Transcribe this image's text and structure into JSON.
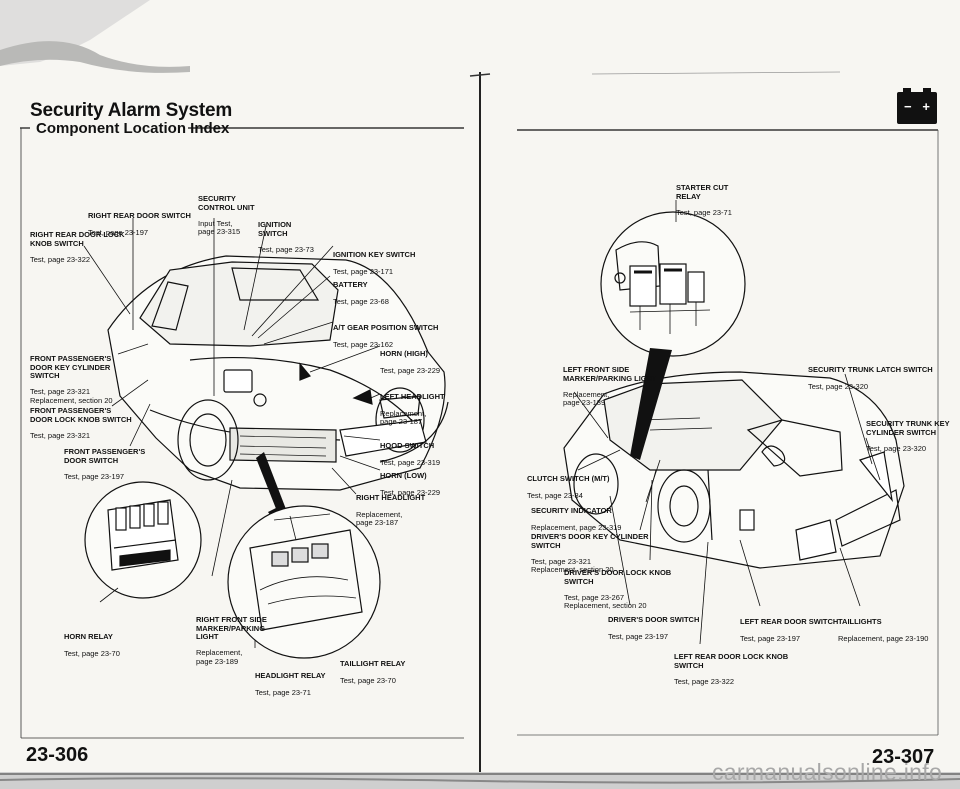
{
  "header": {
    "title": "Security Alarm System",
    "subtitle": "Component Location Index"
  },
  "left_labels": [
    {
      "id": "right-rear-door-switch",
      "name": "RIGHT REAR DOOR SWITCH",
      "detail": "Test, page 23-197"
    },
    {
      "id": "security-control-unit",
      "name": "SECURITY\nCONTROL UNIT",
      "detail": "Input Test,\npage 23-315"
    },
    {
      "id": "ignition-switch",
      "name": "IGNITION\nSWITCH",
      "detail": "Test, page 23-73"
    },
    {
      "id": "right-rear-door-lock-knob-switch",
      "name": "RIGHT REAR DOOR LOCK\nKNOB SWITCH",
      "detail": "Test, page 23-322"
    },
    {
      "id": "ignition-key-switch",
      "name": "IGNITION KEY SWITCH",
      "detail": "Test, page 23-171"
    },
    {
      "id": "battery",
      "name": "BATTERY",
      "detail": "Test, page 23-68"
    },
    {
      "id": "at-gear-position-switch",
      "name": "A/T GEAR POSITION SWITCH",
      "detail": "Test, page 23-162"
    },
    {
      "id": "horn-high",
      "name": "HORN (HIGH)",
      "detail": "Test, page 23-229"
    },
    {
      "id": "front-passengers-door-key-cylinder-switch",
      "name": "FRONT PASSENGER'S\nDOOR KEY CYLINDER\nSWITCH",
      "detail": "Test, page 23-321\nReplacement, section 20"
    },
    {
      "id": "left-headlight",
      "name": "LEFT HEADLIGHT",
      "detail": "Replacement,\npage 23-187"
    },
    {
      "id": "front-passengers-door-lock-knob-switch",
      "name": "FRONT PASSENGER'S\nDOOR LOCK KNOB SWITCH",
      "detail": "Test, page 23-321"
    },
    {
      "id": "hood-switch",
      "name": "HOOD SWITCH",
      "detail": "Test, page 23-319"
    },
    {
      "id": "front-passengers-door-switch",
      "name": "FRONT PASSENGER'S\nDOOR SWITCH",
      "detail": "Test, page 23-197"
    },
    {
      "id": "horn-low",
      "name": "HORN (LOW)",
      "detail": "Test, page 23-229"
    },
    {
      "id": "right-headlight",
      "name": "RIGHT HEADLIGHT",
      "detail": "Replacement,\npage 23-187"
    },
    {
      "id": "horn-relay",
      "name": "HORN RELAY",
      "detail": "Test, page 23-70"
    },
    {
      "id": "right-front-side-marker",
      "name": "RIGHT FRONT SIDE\nMARKER/PARKING\nLIGHT",
      "detail": "Replacement,\npage 23-189"
    },
    {
      "id": "taillight-relay",
      "name": "TAILLIGHT RELAY",
      "detail": "Test, page 23-70"
    },
    {
      "id": "headlight-relay",
      "name": "HEADLIGHT RELAY",
      "detail": "Test, page 23-71"
    }
  ],
  "right_labels": [
    {
      "id": "starter-cut-relay",
      "name": "STARTER CUT\nRELAY",
      "detail": "Test, page 23-71"
    },
    {
      "id": "left-front-side-marker",
      "name": "LEFT FRONT SIDE\nMARKER/PARKING LIGHT",
      "detail": "Replacement,\npage 23-189"
    },
    {
      "id": "security-trunk-latch-switch",
      "name": "SECURITY TRUNK LATCH SWITCH",
      "detail": "Test, page 23-320"
    },
    {
      "id": "security-trunk-key-cylinder-switch",
      "name": "SECURITY TRUNK KEY\nCYLINDER SWITCH",
      "detail": "Test, page 23-320"
    },
    {
      "id": "clutch-switch",
      "name": "CLUTCH SWITCH (M/T)",
      "detail": "Test, page 23-84"
    },
    {
      "id": "security-indicator",
      "name": "SECURITY INDICATOR",
      "detail": "Replacement, page 23-319"
    },
    {
      "id": "drivers-door-key-cylinder-switch",
      "name": "DRIVER'S DOOR KEY CYLINDER\nSWITCH",
      "detail": "Test, page 23-321\nReplacement, section 20"
    },
    {
      "id": "drivers-door-lock-knob-switch",
      "name": "DRIVER'S DOOR LOCK KNOB\nSWITCH",
      "detail": "Test, page 23-267\nReplacement, section 20"
    },
    {
      "id": "drivers-door-switch",
      "name": "DRIVER'S DOOR SWITCH",
      "detail": "Test, page 23-197"
    },
    {
      "id": "left-rear-door-switch",
      "name": "LEFT REAR DOOR SWITCH",
      "detail": "Test, page 23-197"
    },
    {
      "id": "taillights",
      "name": "TAILLIGHTS",
      "detail": "Replacement, page 23-190"
    },
    {
      "id": "left-rear-door-lock-knob-switch",
      "name": "LEFT REAR DOOR LOCK KNOB\nSWITCH",
      "detail": "Test, page 23-322"
    }
  ],
  "footer": {
    "left_page": "23-306",
    "right_page": "23-307",
    "watermark": "carmanualsonline.info"
  },
  "icons": {
    "battery": "battery-icon"
  }
}
